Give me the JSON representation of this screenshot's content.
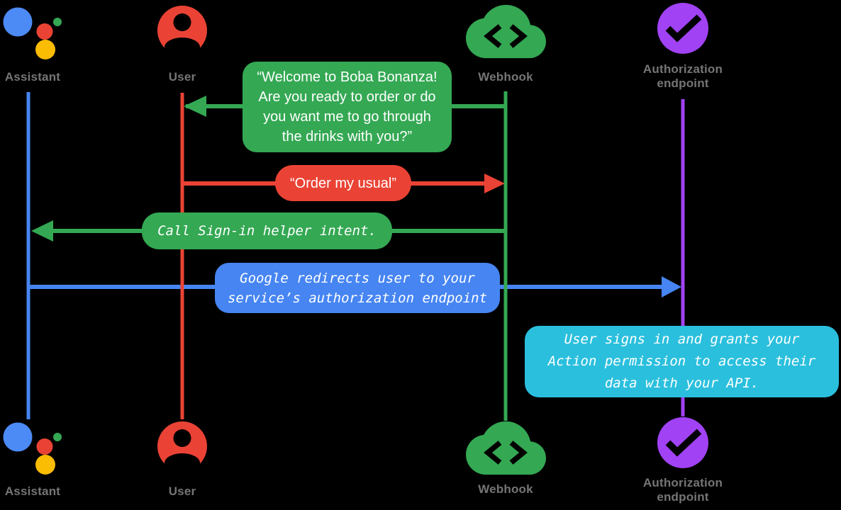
{
  "diagram": {
    "title_semantic": "Account linking sign-in sequence diagram",
    "background": "#000000",
    "colors": {
      "assistant_blue": "#4c8bf5",
      "line_blue": "#4685f2",
      "user_red": "#ea4335",
      "webhook_green": "#34a853",
      "auth_purple": "#a142f4",
      "logo_yellow": "#fbbc04",
      "logo_green": "#34a853",
      "note_cyan": "#2abfdd",
      "label_gray": "#757575",
      "bubble_text": "#ffffff"
    },
    "participants": {
      "assistant": {
        "label": "Assistant",
        "icon": "google-assistant-icon"
      },
      "user": {
        "label": "User",
        "icon": "person-circle-icon"
      },
      "webhook": {
        "label": "Webhook",
        "icon": "cloud-code-icon"
      },
      "auth": {
        "label": "Authorization\nendpoint",
        "icon": "check-circle-icon"
      }
    },
    "messages": {
      "welcome": {
        "from": "Webhook",
        "to": "User",
        "color": "#34a853",
        "text_style": "sans",
        "text": "“Welcome to Boba Bonanza!\nAre you ready to order or do\nyou want me to go through\nthe drinks with you?”"
      },
      "order": {
        "from": "User",
        "to": "Webhook",
        "color": "#ea4335",
        "text_style": "sans",
        "text": "“Order my usual”"
      },
      "signin": {
        "from": "Webhook",
        "to": "Assistant",
        "color": "#34a853",
        "text_style": "mono-italic",
        "text": "Call Sign-in helper intent."
      },
      "redirect": {
        "from": "Assistant",
        "to": "Authorization endpoint",
        "color": "#4685f2",
        "text_style": "mono-italic",
        "text": "Google redirects user to your\nservice’s authorization endpoint"
      },
      "note": {
        "at": "Authorization endpoint",
        "color": "#2abfdd",
        "text_style": "mono-italic",
        "text": "User signs in and grants your\nAction permission to access their\ndata with your API."
      }
    }
  }
}
